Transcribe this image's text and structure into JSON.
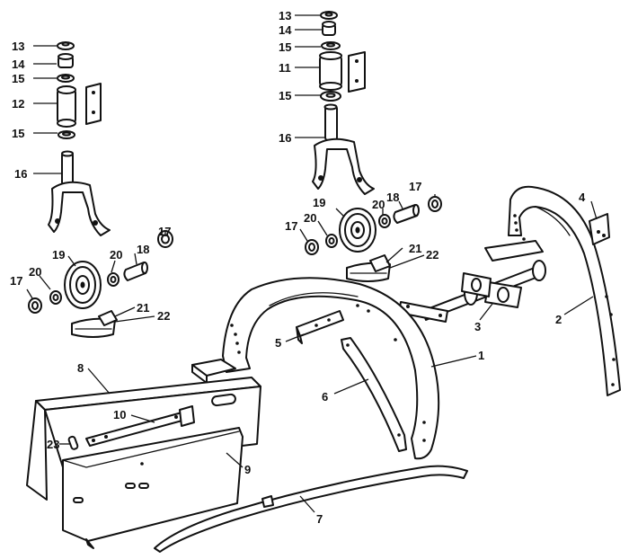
{
  "labels": {
    "l13a": "13",
    "l14a": "14",
    "l15a": "15",
    "l12": "12",
    "l15b": "15",
    "l16a": "16",
    "l19a": "19",
    "l20a": "20",
    "l18a": "18",
    "l17a": "17",
    "l20b": "20",
    "l17b": "17",
    "l21a": "21",
    "l22a": "22",
    "l13b": "13",
    "l14b": "14",
    "l15c": "15",
    "l11": "11",
    "l15d": "15",
    "l16b": "16",
    "l17c": "17",
    "l18b": "18",
    "l19b": "19",
    "l20c": "20",
    "l20d": "20",
    "l17d": "17",
    "l21b": "21",
    "l22b": "22",
    "l4": "4",
    "l3": "3",
    "l2": "2",
    "l5": "5",
    "l1": "1",
    "l6": "6",
    "l8": "8",
    "l10": "10",
    "l23": "23",
    "l9": "9",
    "l7": "7"
  }
}
